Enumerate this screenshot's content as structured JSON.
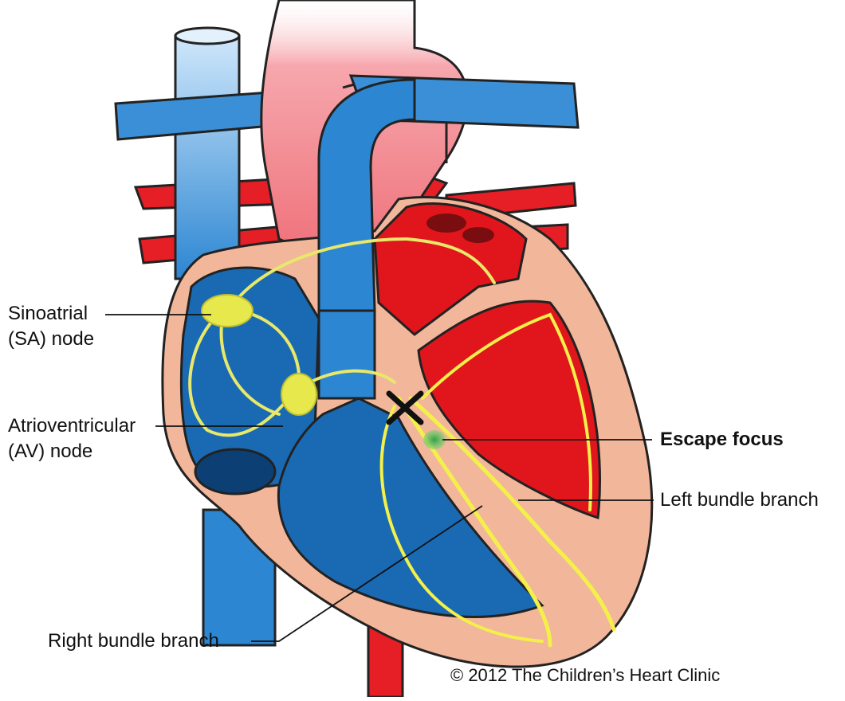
{
  "labels": {
    "sa_node_line1": "Sinoatrial",
    "sa_node_line2": "(SA) node",
    "av_node_line1": "Atrioventricular",
    "av_node_line2": "(AV) node",
    "escape_focus": "Escape focus",
    "left_bundle_branch": "Left bundle branch",
    "right_bundle_branch": "Right bundle branch"
  },
  "copyright": "© 2012 The Children’s Heart Clinic",
  "colors": {
    "deoxygenated_blue": "#1a6ab3",
    "vessel_blue": "#3a8fd6",
    "oxygenated_red": "#e0161c",
    "aorta_pink": "#ef6f78",
    "myocardium": "#f2b69a",
    "conduction_yellow": "#f4f04a",
    "escape_focus_green": "#5cc24a"
  }
}
